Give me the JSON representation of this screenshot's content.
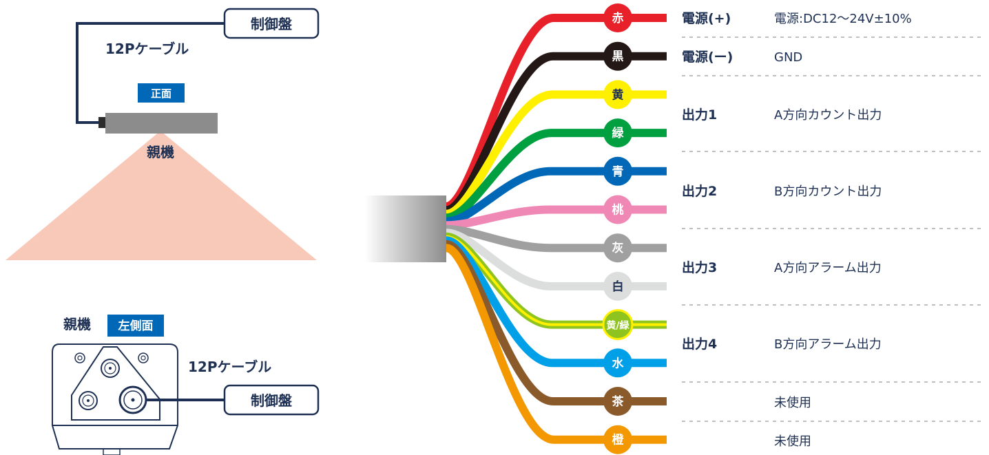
{
  "front_view": {
    "badge": "正面",
    "unit_label": "親機",
    "cable_label": "12Pケーブル",
    "panel_label": "制御盤"
  },
  "side_view": {
    "unit_label": "親機",
    "badge": "左側面",
    "cable_label": "12Pケーブル",
    "panel_label": "制御盤"
  },
  "wires": [
    {
      "id": "red",
      "label": "赤",
      "color": "#e8202a",
      "label_color": "#ffffff"
    },
    {
      "id": "black",
      "label": "黒",
      "color": "#231815",
      "label_color": "#ffffff"
    },
    {
      "id": "yellow",
      "label": "黄",
      "color": "#fff000",
      "label_color": "#1d2f52"
    },
    {
      "id": "green",
      "label": "緑",
      "color": "#00a040",
      "label_color": "#ffffff"
    },
    {
      "id": "blue",
      "label": "青",
      "color": "#0068b7",
      "label_color": "#ffffff"
    },
    {
      "id": "pink",
      "label": "桃",
      "color": "#f088b6",
      "label_color": "#ffffff"
    },
    {
      "id": "gray",
      "label": "灰",
      "color": "#a0a0a0",
      "label_color": "#ffffff"
    },
    {
      "id": "white",
      "label": "白",
      "color": "#dcdddd",
      "label_color": "#1d2f52"
    },
    {
      "id": "yellow-green",
      "label": "黄/緑",
      "color": "#8fc31f",
      "label_color": "#ffffff",
      "stripe": "#fff000"
    },
    {
      "id": "light-blue",
      "label": "水",
      "color": "#00a0e9",
      "label_color": "#ffffff"
    },
    {
      "id": "brown",
      "label": "茶",
      "color": "#8b5a2b",
      "label_color": "#ffffff"
    },
    {
      "id": "orange",
      "label": "橙",
      "color": "#f39800",
      "label_color": "#ffffff"
    }
  ],
  "signals": [
    {
      "name": "電源(+)",
      "description": "電源:DC12〜24V±10%"
    },
    {
      "name": "電源(ー)",
      "description": "GND"
    },
    {
      "name": "出力1",
      "description": "A方向カウント出力"
    },
    {
      "name": "出力2",
      "description": "B方向カウント出力"
    },
    {
      "name": "出力3",
      "description": "A方向アラーム出力"
    },
    {
      "name": "出力4",
      "description": "B方向アラーム出力"
    },
    {
      "name": "",
      "description": "未使用"
    },
    {
      "name": "",
      "description": "未使用"
    }
  ],
  "colors": {
    "navy": "#1d2f52",
    "badge_blue": "#0068b7",
    "beam": "#f8c9b8",
    "device_gray": "#8c8c8c"
  }
}
